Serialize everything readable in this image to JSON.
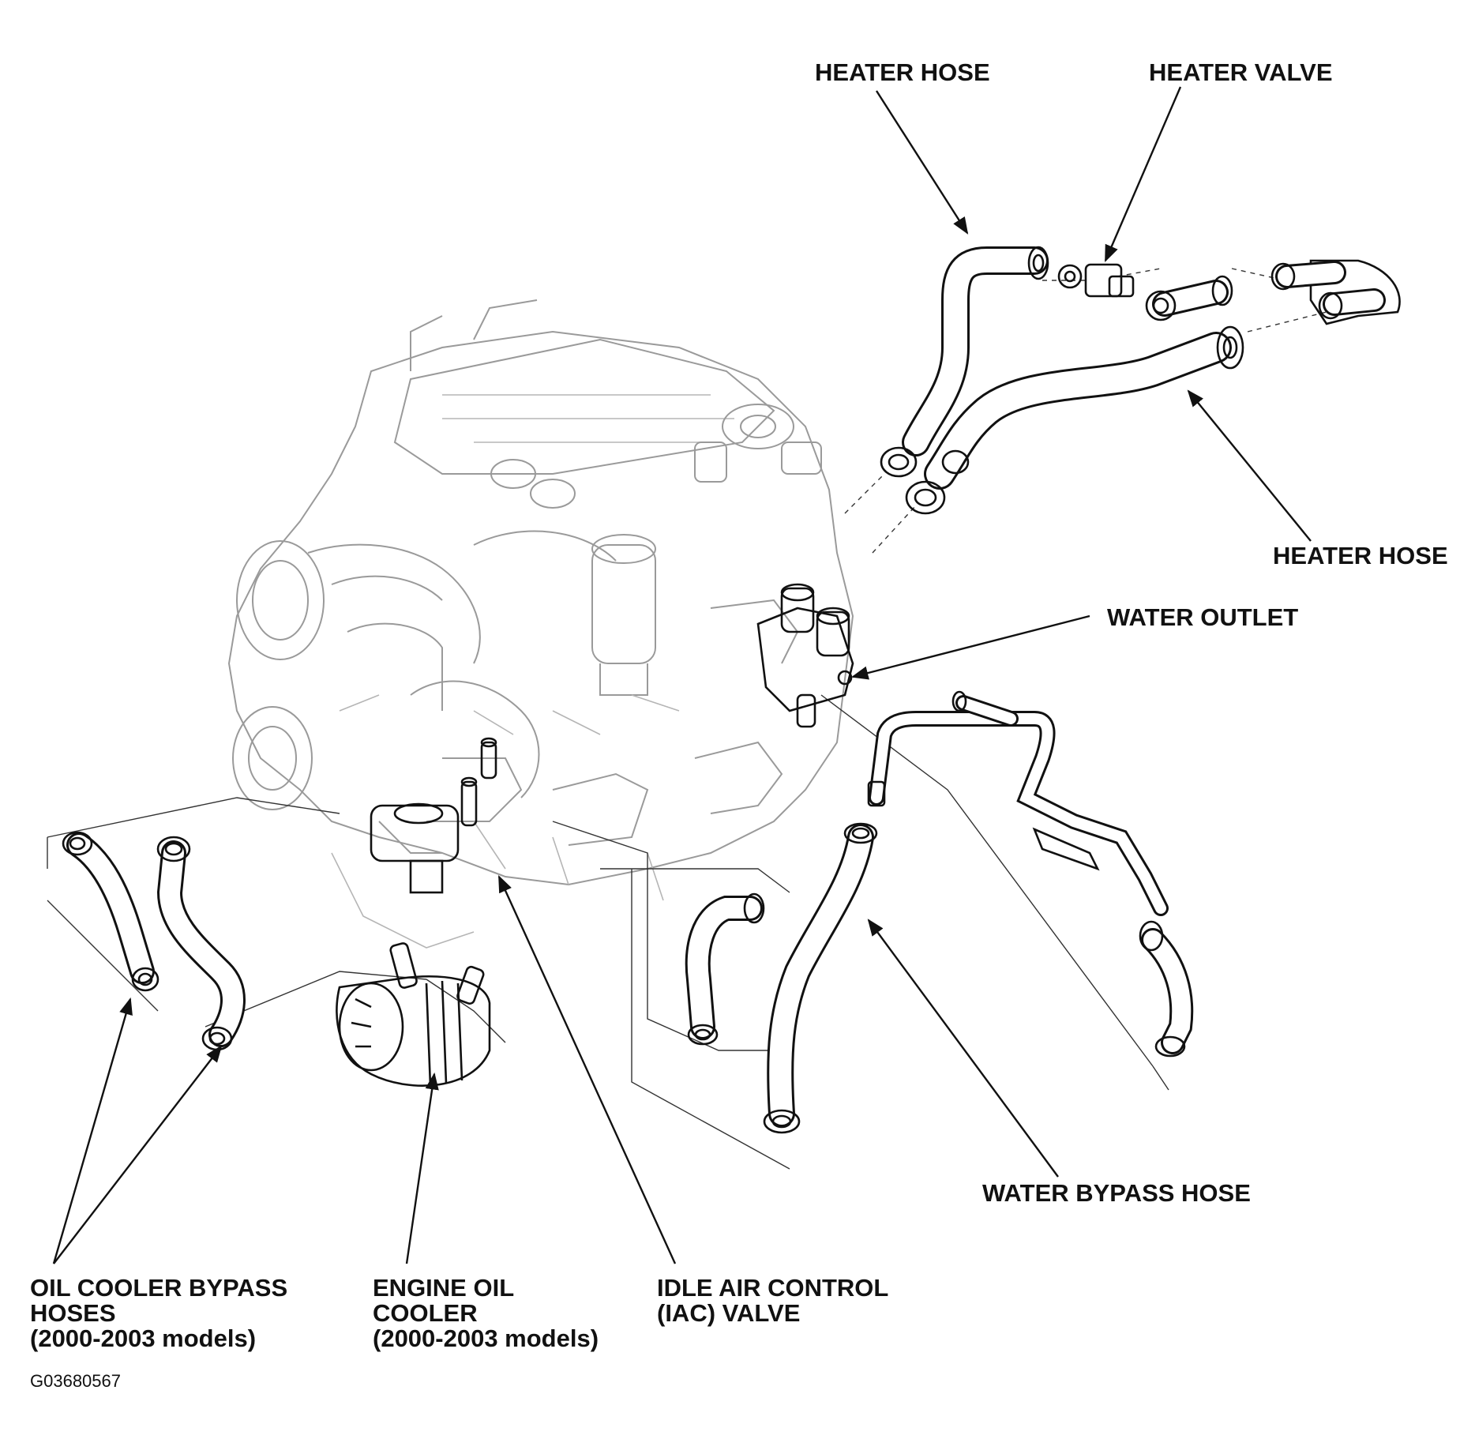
{
  "labels": {
    "heater_hose_top": "HEATER HOSE",
    "heater_valve": "HEATER VALVE",
    "heater_hose_right": "HEATER HOSE",
    "water_outlet": "WATER OUTLET",
    "water_bypass_hose": "WATER BYPASS HOSE",
    "oil_cooler_bypass_hoses": "OIL COOLER BYPASS\nHOSES\n(2000-2003 models)",
    "engine_oil_cooler": "ENGINE OIL\nCOOLER\n(2000-2003 models)",
    "iac_valve": "IDLE AIR CONTROL\n(IAC) VALVE"
  },
  "figure_code": "G03680567",
  "colors": {
    "ink": "#111111",
    "ghost": "#9a9a9a",
    "background": "#ffffff"
  }
}
